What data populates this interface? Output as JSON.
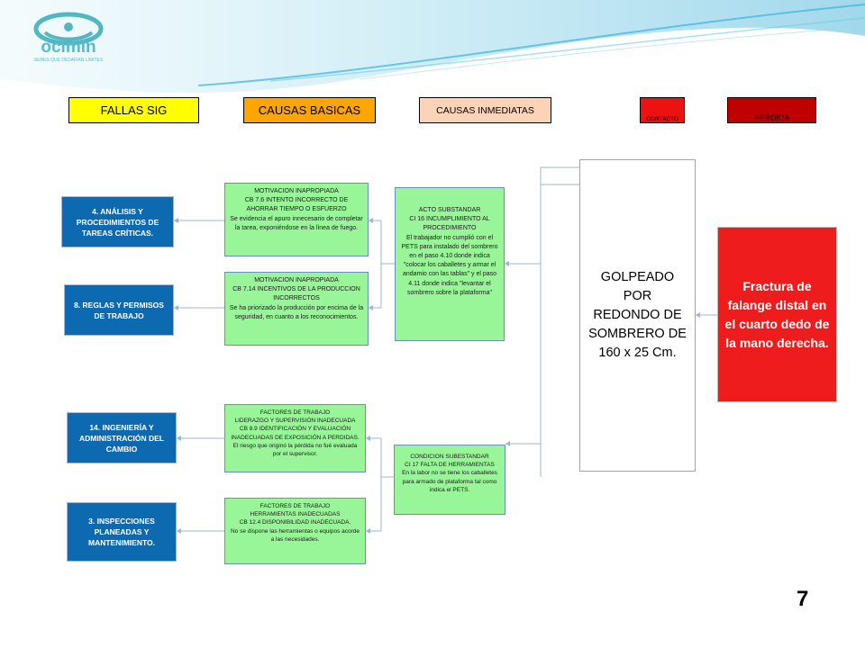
{
  "colors": {
    "headers": {
      "fallas": "#ffff00",
      "basicas": "#ffa500",
      "inmediatas": "#fbd3b9",
      "contacto": "#ee1111",
      "perdida": "#c00000"
    },
    "blue": "#0e6ab0",
    "green": "#98f598",
    "red": "#ee1c1c"
  },
  "logo": {
    "name": "ocimin",
    "tagline": "SERES QUE DESAFIAN LIMITES"
  },
  "headers": {
    "fallas": "FALLAS SIG",
    "basicas": "CAUSAS BASICAS",
    "inmediatas": "CAUSAS INMEDIATAS",
    "contacto": "CONTACTO",
    "perdida": "PERDIDA"
  },
  "fallas": [
    "4. ANÁLISIS Y PROCEDIMIENTOS DE TAREAS CRÍTICAS.",
    "8. REGLAS Y PERMISOS DE TRABAJO",
    "14. INGENIERÍA Y ADMINISTRACIÓN DEL CAMBIO",
    "3. INSPECCIONES PLANEADAS Y MANTENIMIENTO."
  ],
  "causas_basicas": [
    "MOTIVACION INAPROPIADA\nCB 7.6 INTENTO INCORRECTO DE AHORRAR TIEMPO O ESFUERZO\nSe evidencia el apuro innecesario de completar la tarea, exponiéndose en la línea de fuego.",
    "MOTIVACION INAPROPIADA\nCB 7.14 INCENTIVOS DE LA PRODUCCION INCORRECTOS\nSe ha priorizado la producción por encima de la seguridad, en cuanto a los reconocimientos.",
    "FACTORES DE TRABAJO\nLIDERAZGO Y SUPERVISIÓN INADECUADA\nCB 8.9 IDENTIFICACIÓN Y EVALUACIÓN INADECUADAS DE EXPOSICIÓN A PERDIDAS.\nEl riesgo que originó la pérdida no fué evaluada por el supervisor.",
    "FACTORES DE TRABAJO\nHERRAMIENTAS INADECUADAS\nCB 12.4 DISPONIBILIDAD INADECUADA.\nNo se dispone las herramientas o equipos acorde a las necesidades."
  ],
  "causas_inmediatas": [
    "ACTO SUBSTANDAR\nCI 16 INCUMPLIMIENTO AL PROCEDIMIENTO\nEl trabajador no cumplió con el PETS para instalado del sombrero en el paso 4.10 donde indica \"colocar los caballetes y armar el andamio con las tablas\" y el paso 4.11 donde indica \"levantar el sombrero sobre la plataforma\"",
    "CONDICION SUBESTANDAR\nCI 17 FALTA DE HERRAMIENTAS\nEn la labor no se tiene los caballetes para armado de plataforma tal como indica el PETS."
  ],
  "contacto": "GOLPEADO POR\nREDONDO DE\nSOMBRERO DE\n160 x 25 Cm.",
  "perdida": "Fractura de\nfalange distal en\nel cuarto dedo de\nla mano derecha.",
  "page_number": "7"
}
